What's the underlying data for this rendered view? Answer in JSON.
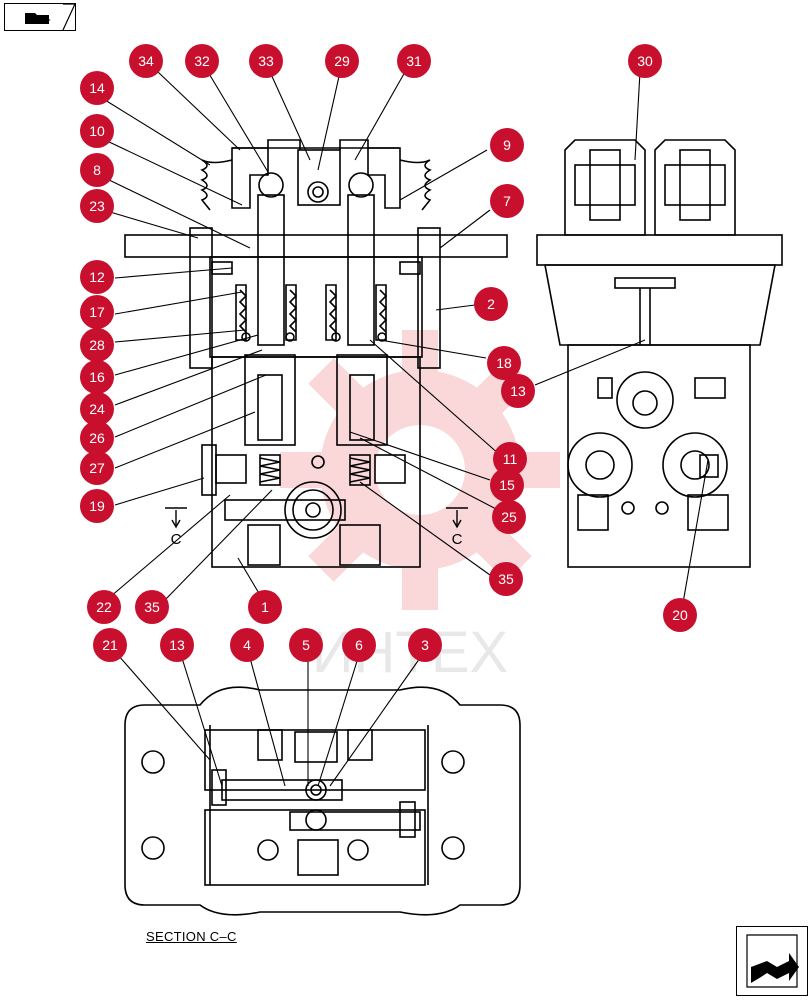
{
  "page": {
    "caption": "SECTION C–C"
  },
  "navigation": {
    "back_icon": "folder-arrow-icon",
    "next_icon": "next-page-arrow-icon"
  },
  "watermark": {
    "text": "ИНТЕХ",
    "gear_color": "#e4262f"
  },
  "section_marks": [
    "C",
    "C"
  ],
  "callout_color": "#c8102e",
  "callouts": [
    "34",
    "32",
    "33",
    "29",
    "31",
    "30",
    "14",
    "10",
    "9",
    "8",
    "23",
    "7",
    "12",
    "2",
    "17",
    "28",
    "16",
    "18",
    "13",
    "24",
    "26",
    "11",
    "27",
    "15",
    "19",
    "25",
    "35",
    "22",
    "35",
    "1",
    "20",
    "21",
    "13",
    "4",
    "5",
    "6",
    "3"
  ]
}
